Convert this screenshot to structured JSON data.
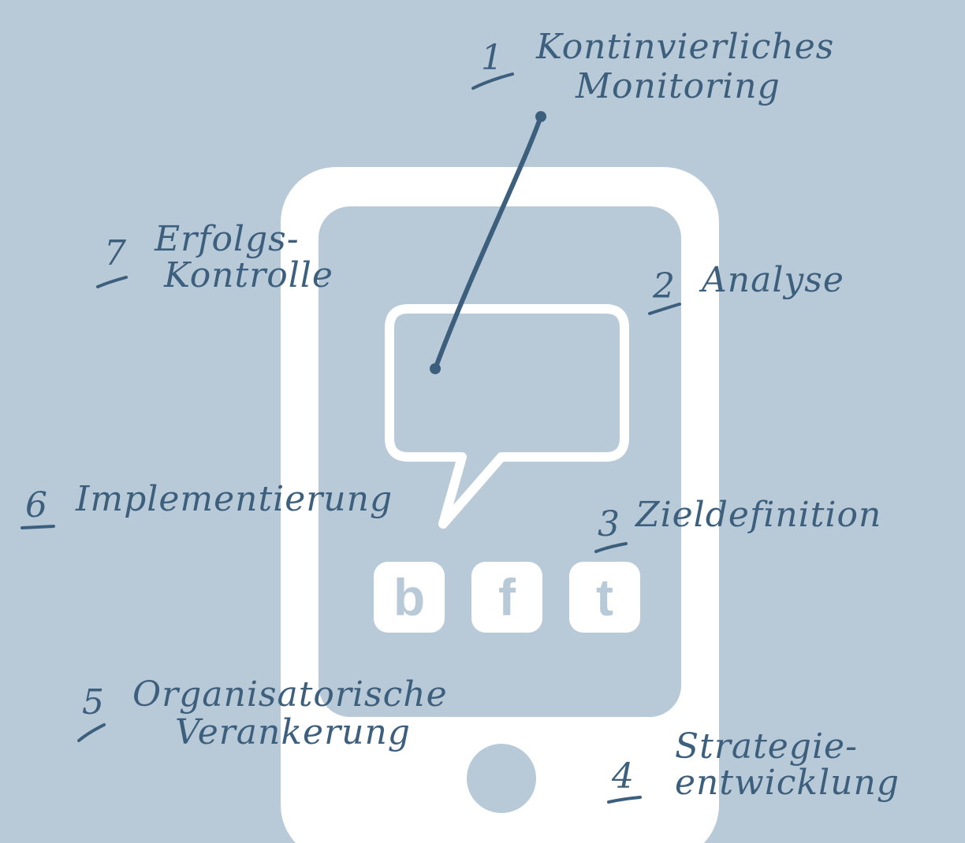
{
  "steps": [
    {
      "number": "1",
      "line1": "Kontinvierliches",
      "line2": "Monitoring"
    },
    {
      "number": "2",
      "line1": "Analyse",
      "line2": ""
    },
    {
      "number": "3",
      "line1": "Zieldefinition",
      "line2": ""
    },
    {
      "number": "4",
      "line1": "Strategie-",
      "line2": "entwicklung"
    },
    {
      "number": "5",
      "line1": "Organisatorische",
      "line2": "Verankerung"
    },
    {
      "number": "6",
      "line1": "Implementierung",
      "line2": ""
    },
    {
      "number": "7",
      "line1": "Erfolgs-",
      "line2": "Kontrolle"
    }
  ],
  "social_icons": [
    {
      "letter": "b",
      "icon": "blog-icon"
    },
    {
      "letter": "f",
      "icon": "facebook-icon"
    },
    {
      "letter": "t",
      "icon": "twitter-icon"
    }
  ],
  "colors": {
    "background": "#b8c9d7",
    "ink": "#3d5f7e",
    "device": "#ffffff"
  }
}
